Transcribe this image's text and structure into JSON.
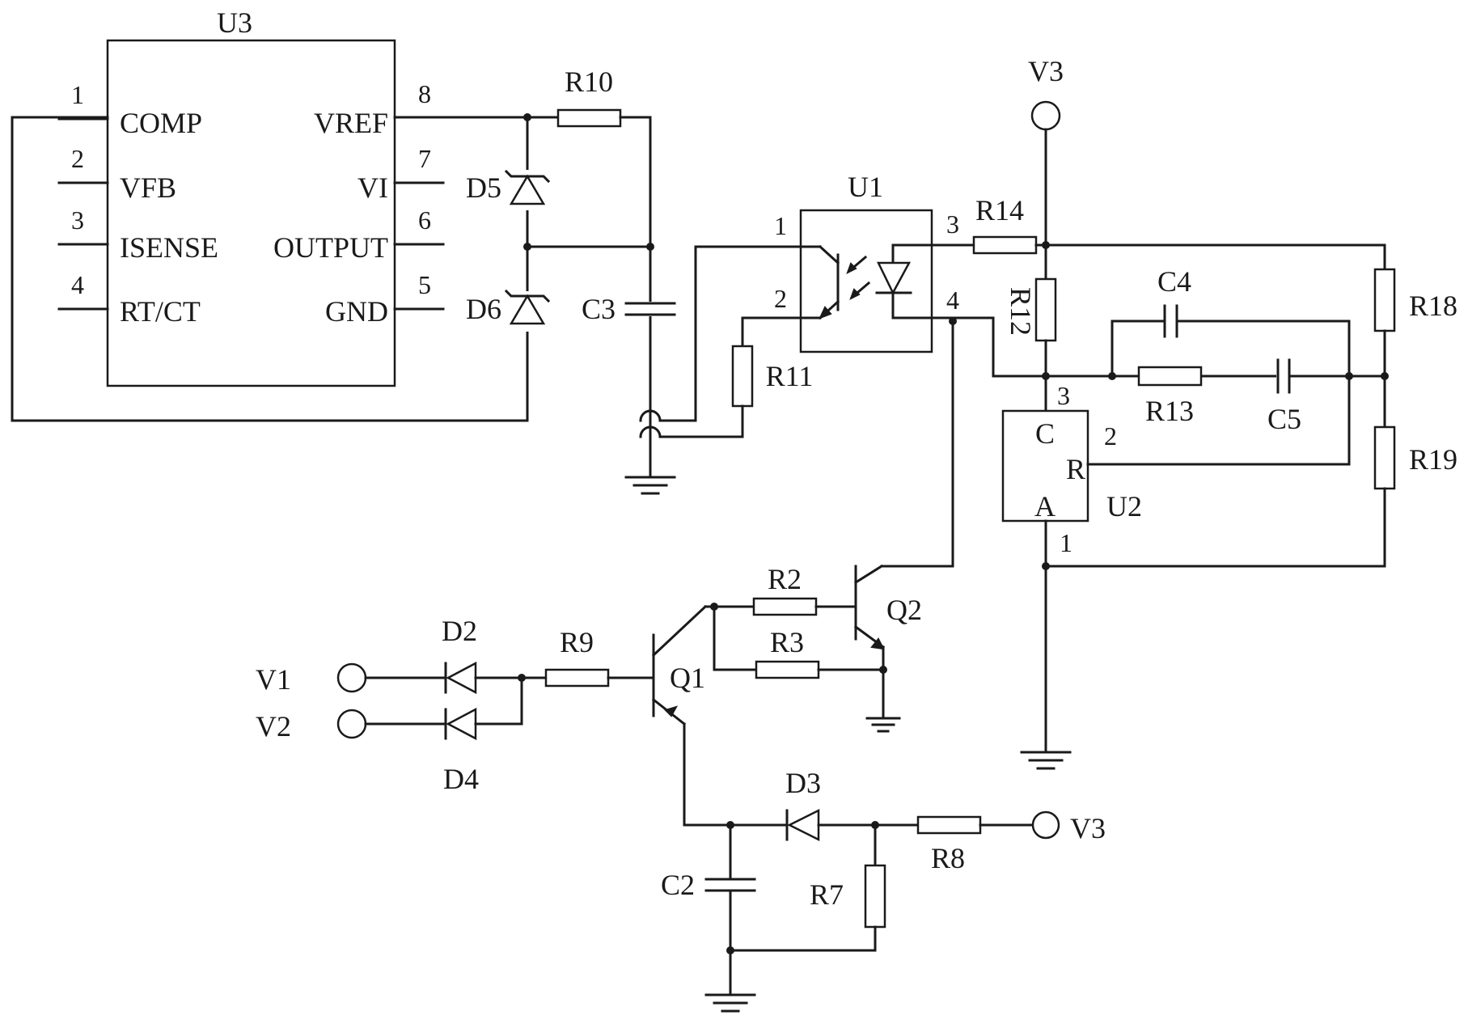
{
  "u3": {
    "ref": "U3",
    "left_pins": [
      {
        "num": "1",
        "name": "COMP"
      },
      {
        "num": "2",
        "name": "VFB"
      },
      {
        "num": "3",
        "name": "ISENSE"
      },
      {
        "num": "4",
        "name": "RT/CT"
      }
    ],
    "right_pins": [
      {
        "num": "8",
        "name": "VREF"
      },
      {
        "num": "7",
        "name": "VI"
      },
      {
        "num": "6",
        "name": "OUTPUT"
      },
      {
        "num": "5",
        "name": "GND"
      }
    ]
  },
  "u1": {
    "ref": "U1",
    "pins": [
      "1",
      "2",
      "3",
      "4"
    ]
  },
  "u2": {
    "ref": "U2",
    "pin_c": "C",
    "pin_r": "R",
    "pin_a": "A",
    "pin_c_num": "3",
    "pin_r_num": "2",
    "pin_a_num": "1"
  },
  "q": {
    "q1": "Q1",
    "q2": "Q2"
  },
  "resistors": {
    "r2": "R2",
    "r3": "R3",
    "r7": "R7",
    "r8": "R8",
    "r9": "R9",
    "r10": "R10",
    "r11": "R11",
    "r12": "R12",
    "r13": "R13",
    "r14": "R14",
    "r18": "R18",
    "r19": "R19"
  },
  "capacitors": {
    "c2": "C2",
    "c3": "C3",
    "c4": "C4",
    "c5": "C5"
  },
  "diodes": {
    "d2": "D2",
    "d3": "D3",
    "d4": "D4",
    "d5": "D5",
    "d6": "D6"
  },
  "sources": {
    "v1": "V1",
    "v2": "V2",
    "v3_top": "V3",
    "v3_bottom": "V3"
  }
}
